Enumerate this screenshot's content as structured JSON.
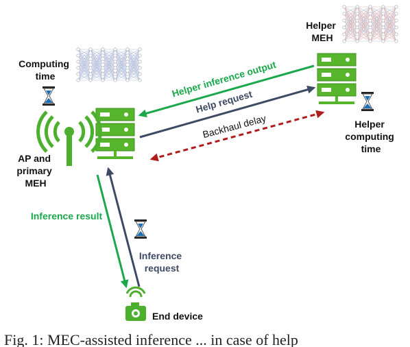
{
  "labels": {
    "computing_time": [
      "Computing",
      "time"
    ],
    "helper_meh": [
      "Helper",
      "MEH"
    ],
    "ap_primary": [
      "AP and",
      "primary",
      "MEH"
    ],
    "helper_computing_time": [
      "Helper",
      "computing",
      "time"
    ],
    "helper_inference_output": "Helper inference output",
    "help_request": "Help request",
    "backhaul_delay": "Backhaul delay",
    "inference_result": "Inference result",
    "inference_request": [
      "Inference",
      "request"
    ],
    "end_device": "End device",
    "caption": "Fig. 1: MEC-assisted inference ... in case of help"
  },
  "colors": {
    "green": "#1aa84a",
    "navy": "#3e4a63",
    "red": "#b01c1c",
    "antenna": "#4caf2e",
    "hourglass": "#1f6db5"
  }
}
